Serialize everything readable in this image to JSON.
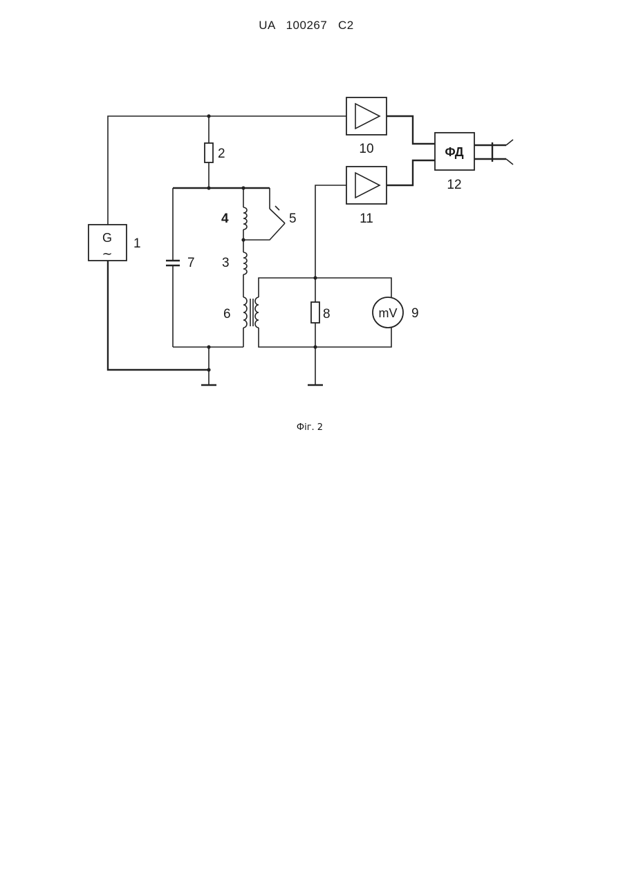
{
  "header": {
    "text": "UA   100267   C2"
  },
  "caption": {
    "text": "Фіг. 2"
  },
  "components": {
    "generator": {
      "label": "1",
      "symbol": "G",
      "wave": "∼"
    },
    "resistor_top": {
      "label": "2"
    },
    "coil_3": {
      "label": "3"
    },
    "coil_4": {
      "label": "4"
    },
    "switch": {
      "label": "5"
    },
    "transformer": {
      "label": "6"
    },
    "capacitor": {
      "label": "7"
    },
    "resistor_8": {
      "label": "8"
    },
    "millivoltmeter": {
      "label": "9",
      "symbol": "mV"
    },
    "amplifier_10": {
      "label": "10"
    },
    "amplifier_11": {
      "label": "11"
    },
    "phase_detector": {
      "label": "12",
      "symbol": "ФД"
    }
  }
}
